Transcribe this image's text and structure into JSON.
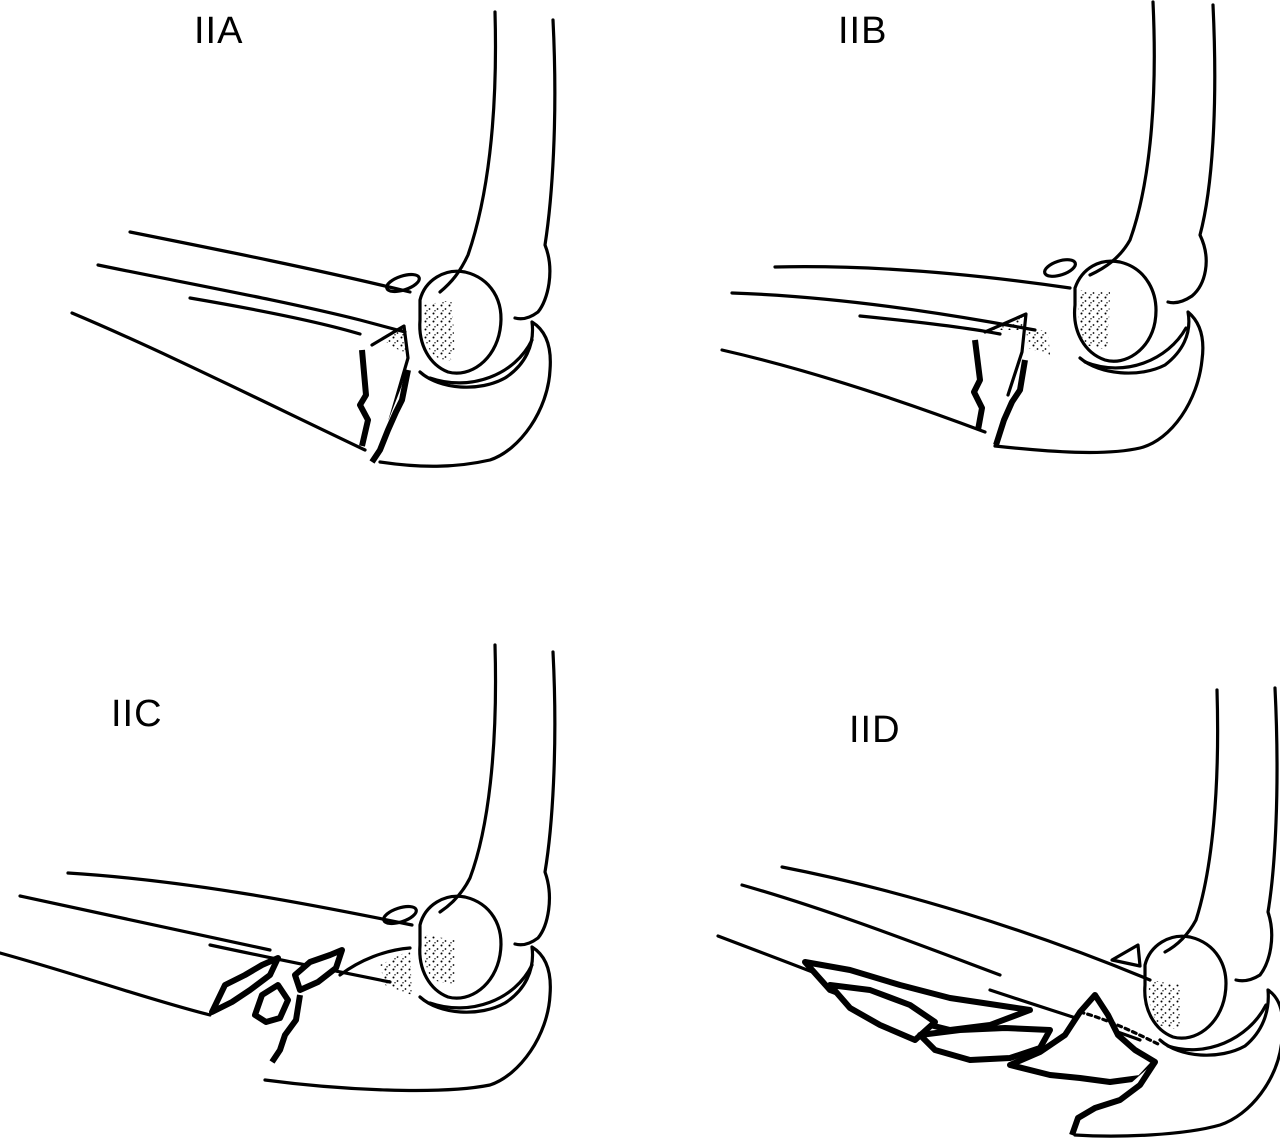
{
  "figure": {
    "panels": [
      {
        "id": "a",
        "label": "IIA"
      },
      {
        "id": "b",
        "label": "IIB"
      },
      {
        "id": "c",
        "label": "IIC"
      },
      {
        "id": "d",
        "label": "IID"
      }
    ]
  },
  "colors": {
    "ink": "#000000",
    "background": "#ffffff"
  }
}
